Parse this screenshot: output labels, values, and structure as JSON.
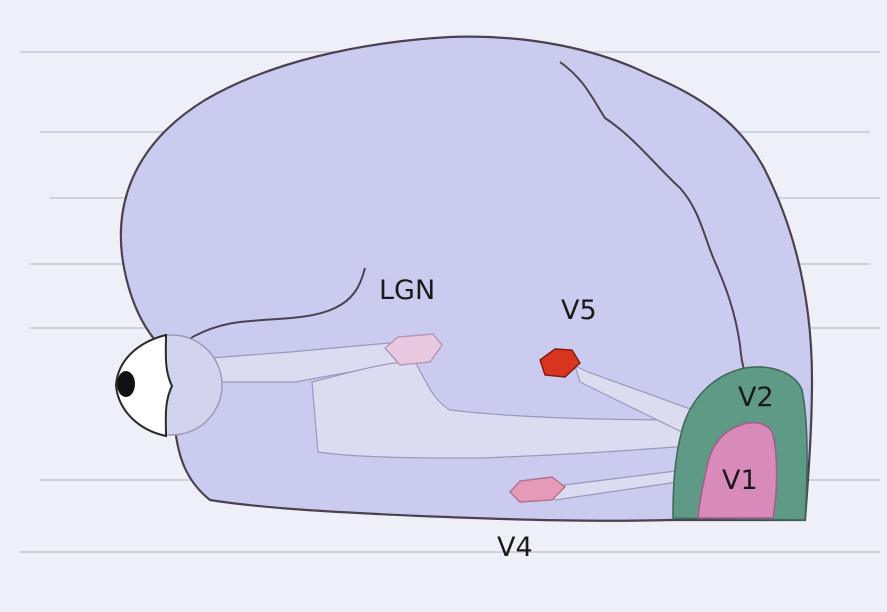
{
  "diagram": {
    "labels": {
      "lgn": "LGN",
      "v5": "V5",
      "v2": "V2",
      "v1": "V1",
      "v4": "V4"
    },
    "colors": {
      "brain": "#cbcbef",
      "pathway": "#dcdcf0",
      "lgn_region": "#e8c9e0",
      "v5_region": "#d9341f",
      "v2_region": "#5f9a86",
      "v1_region": "#d88ab8",
      "v4_region": "#e59ab8",
      "outline": "#4a4250",
      "eye_white": "#ffffff",
      "pupil": "#111111"
    }
  }
}
